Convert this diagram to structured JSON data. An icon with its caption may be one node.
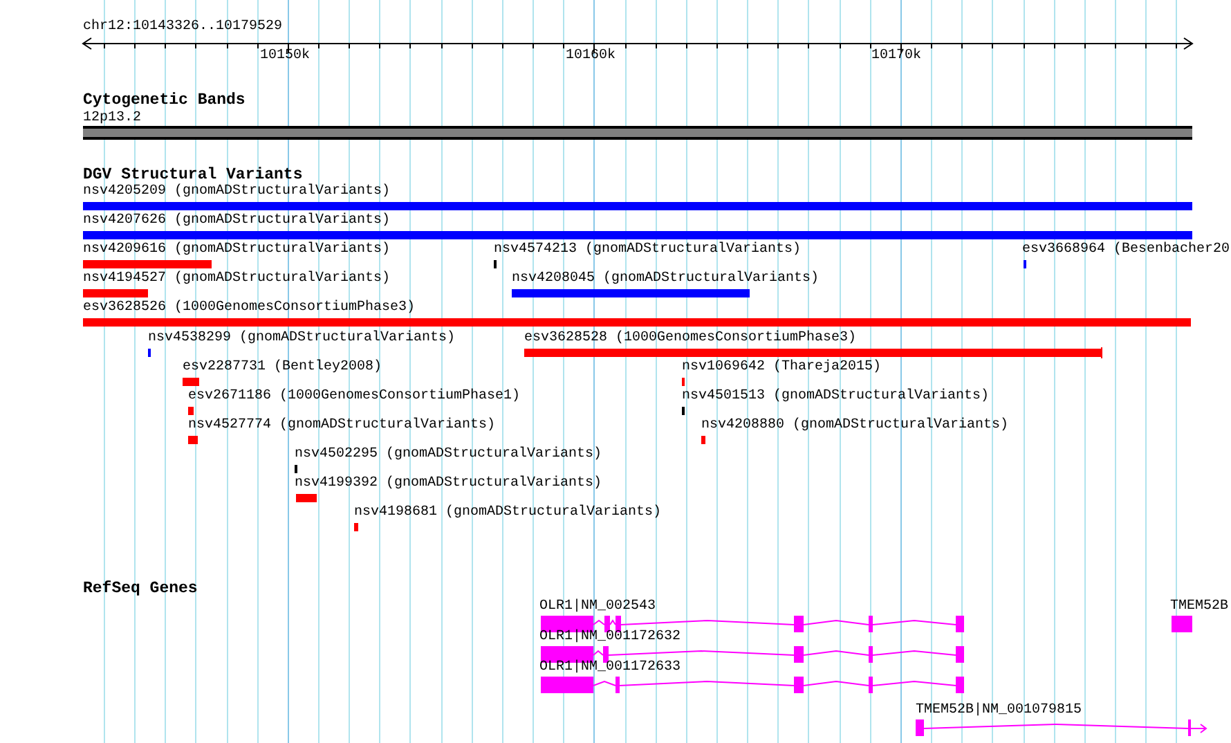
{
  "diagram": {
    "nodes": [
      {
        "text": [
          "12p13.2"
        ]
      },
      {
        "text": [
          "nsv4205209 (gnomADStructuralVariants)"
        ]
      },
      {
        "text": [
          "nsv4207626 (gnomADStructuralVariants)"
        ]
      },
      {
        "text": [
          "nsv4209616 (gnomADStructuralVariants)"
        ]
      },
      {
        "text": [
          "nsv4574213 (gnomADStructuralVariants)"
        ]
      },
      {
        "text": [
          "esv3668964 (Besenbacher20"
        ]
      },
      {
        "text": [
          "nsv4194527 (gnomADStructuralVariants)"
        ]
      },
      {
        "text": [
          "nsv4208045 (gnomADStructuralVariants)"
        ]
      },
      {
        "text": [
          "esv3628526 (1000GenomesConsortiumPhase3)"
        ]
      },
      {
        "text": [
          "nsv4538299 (gnomADStructuralVariants)"
        ]
      },
      {
        "text": [
          "esv3628528 (1000GenomesConsortiumPhase3)"
        ]
      },
      {
        "text": [
          "esv2287731 (Bentley2008)"
        ]
      },
      {
        "text": [
          "nsv1069642 (Thareja2015)"
        ]
      },
      {
        "text": [
          "esv2671186 (1000GenomesConsortiumPhase1)"
        ]
      },
      {
        "text": [
          "nsv4501513 (gnomADStructuralVariants)"
        ]
      },
      {
        "text": [
          "nsv4527774 (gnomADStructuralVariants)"
        ]
      },
      {
        "text": [
          "nsv4208880 (gnomADStructuralVariants)"
        ]
      },
      {
        "text": [
          "nsv4502295 (gnomADStructuralVariants)"
        ]
      },
      {
        "text": [
          "nsv4199392 (gnomADStructuralVariants)"
        ]
      },
      {
        "text": [
          "nsv4198681 (gnomADStructuralVariants)"
        ]
      },
      {
        "text": [
          "OLR1|NM_002543"
        ]
      },
      {
        "text": [
          "TMEM52B"
        ]
      },
      {
        "text": [
          "OLR1|NM_001172632"
        ]
      },
      {
        "text": [
          "OLR1|NM_001172633"
        ]
      },
      {
        "text": [
          "TMEM52B|NM_001079815"
        ]
      }
    ],
    "labels": [
      "chr12:10143326..10179529",
      "10150k",
      "10160k",
      "10170k",
      "Cytogenetic Bands",
      "DGV Structural Variants",
      "RefSeq Genes"
    ]
  }
}
